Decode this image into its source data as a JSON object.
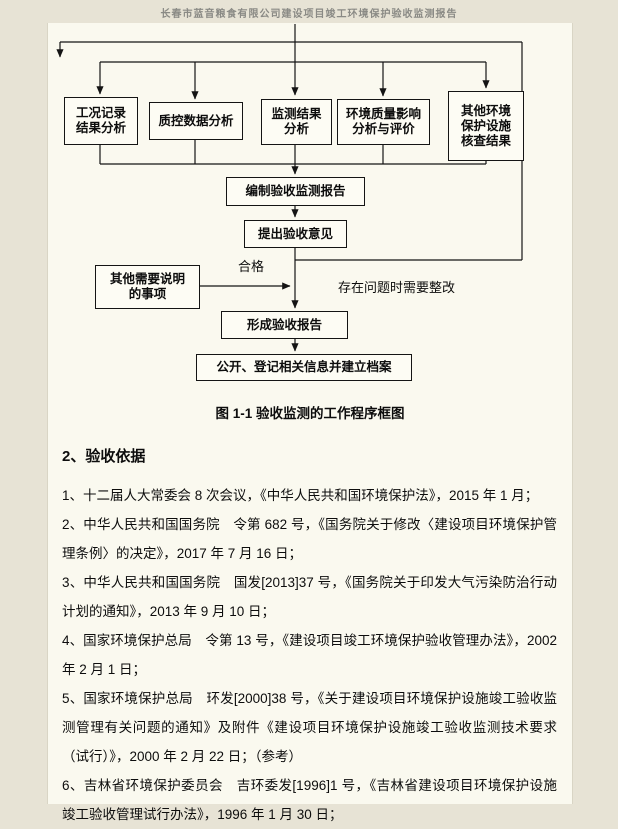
{
  "header": {
    "title": "长春市蓝音粮食有限公司建设项目竣工环境保护验收监测报告"
  },
  "flowchart": {
    "top_boxes": [
      {
        "label": "工况记录\n结果分析"
      },
      {
        "label": "质控数据分析"
      },
      {
        "label": "监测结果\n分析"
      },
      {
        "label": "环境质量影响\n分析与评价"
      },
      {
        "label": "其他环境\n保护设施\n核查结果"
      }
    ],
    "compile_report": "编制验收监测报告",
    "propose_opinion": "提出验收意见",
    "other_notes": "其他需要说明\n的事项",
    "pass_label": "合格",
    "rework_label": "存在问题时需要整改",
    "form_report": "形成验收报告",
    "publish_archive": "公开、登记相关信息并建立档案",
    "caption": "图 1-1 验收监测的工作程序框图"
  },
  "section": {
    "heading": "2、验收依据",
    "paragraphs": [
      "1、十二届人大常委会 8 次会议，《中华人民共和国环境保护法》，2015 年 1 月；",
      "2、中华人民共和国国务院　令第 682 号，《国务院关于修改〈建设项目环境保护管理条例〉的决定》，2017 年 7 月 16 日；",
      "3、中华人民共和国国务院　国发[2013]37 号，《国务院关于印发大气污染防治行动计划的通知》，2013 年 9 月 10 日；",
      "4、国家环境保护总局　令第 13 号，《建设项目竣工环境保护验收管理办法》，2002 年 2 月 1 日；",
      "5、国家环境保护总局　环发[2000]38 号，《关于建设项目环境保护设施竣工验收监测管理有关问题的通知》及附件《建设项目环境保护设施竣工验收监测技术要求（试行）》，2000 年 2 月 22 日；（参考）",
      "6、吉林省环境保护委员会　吉环委发[1996]1 号，《吉林省建设项目环境保护设施竣工验收管理试行办法》，1996 年 1 月 30 日；"
    ]
  }
}
